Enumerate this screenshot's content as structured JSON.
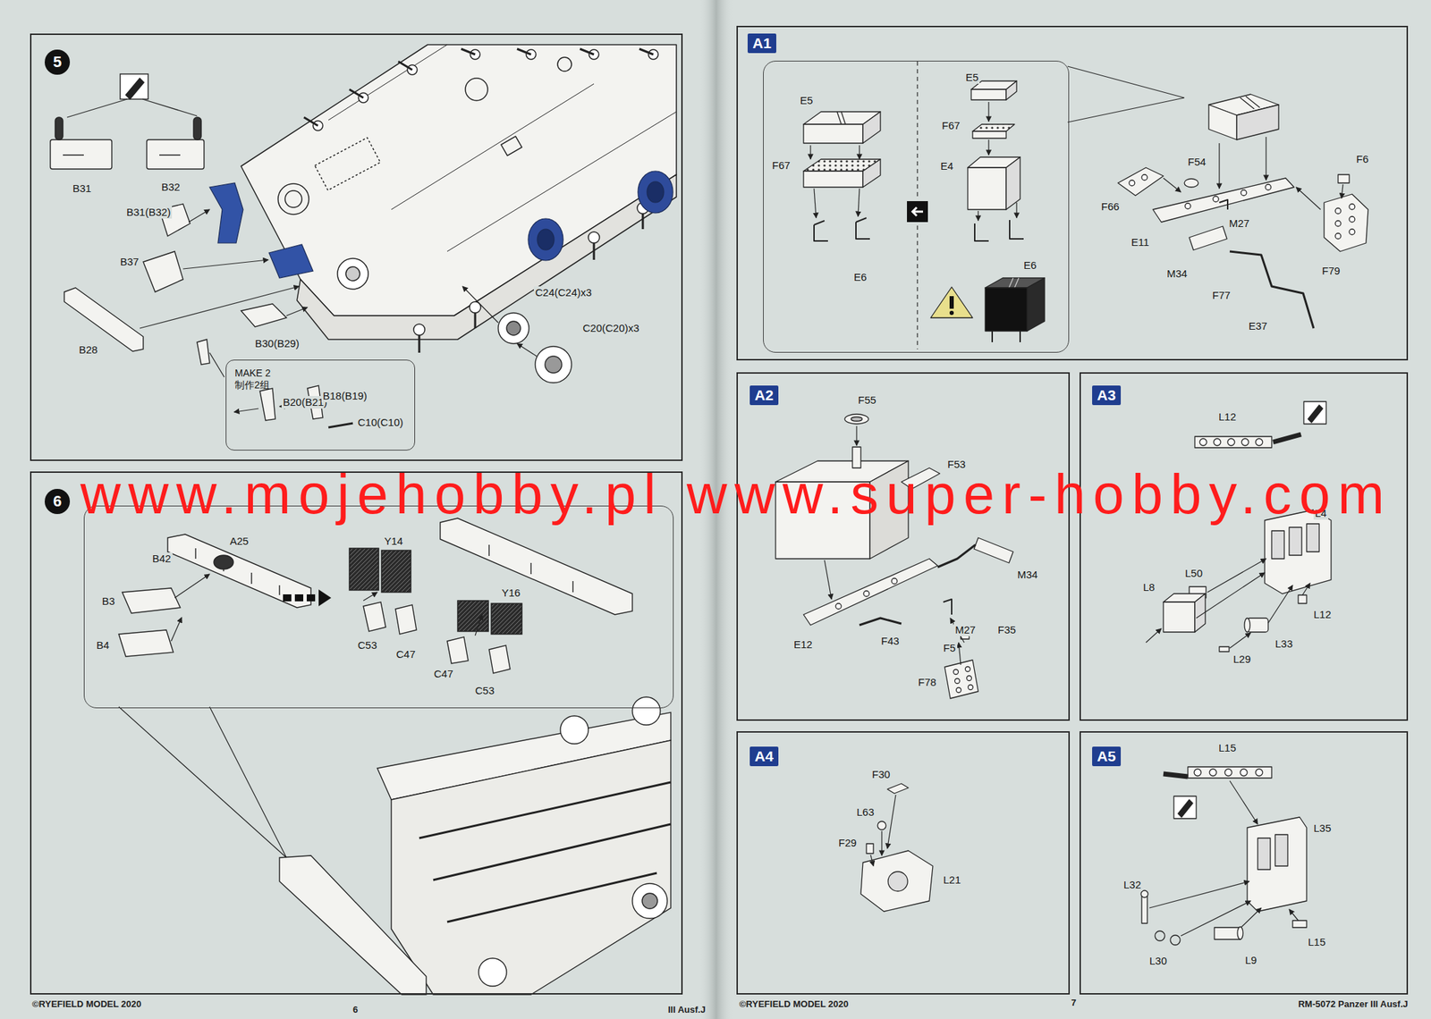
{
  "diagram": {
    "nodes": [
      {
        "text": [
          "5"
        ]
      },
      {
        "text": [
          "MAKE 2 制作2组",
          "B20(B21)",
          "B18(B19)",
          "C10(C10)"
        ],
        "in": 0
      },
      {
        "text": [
          "6"
        ]
      },
      {
        "text": [
          "B42",
          "A25",
          "B3",
          "B4",
          "Y14",
          "C53",
          "C47",
          "Y16",
          "C47",
          "C53"
        ],
        "in": 2
      },
      {
        "text": [
          "A1"
        ]
      },
      {
        "text": [
          "E5",
          "F67",
          "E6",
          "E5",
          "F67",
          "E4",
          "E6"
        ],
        "in": 4
      },
      {
        "text": [
          "A2"
        ]
      },
      {
        "text": [
          "A3"
        ]
      },
      {
        "text": [
          "A4"
        ]
      },
      {
        "text": [
          "A5"
        ]
      }
    ],
    "labels": [
      "B31",
      "B32",
      "B31(B32)",
      "B37",
      "B28",
      "B30(B29)",
      "C24(C24)x3",
      "C20(C20)x3",
      "F54",
      "F6",
      "F66",
      "E11",
      "M27",
      "M34",
      "F77",
      "F79",
      "E37",
      "F55",
      "F53",
      "M34",
      "M27",
      "F35",
      "E12",
      "F43",
      "F5",
      "F78",
      "L12",
      "L4",
      "L50",
      "L8",
      "L12",
      "L33",
      "L29",
      "F30",
      "L63",
      "F29",
      "L21",
      "L15",
      "L35",
      "L32",
      "L30",
      "L9",
      "L15",
      "www.mojehobby.pl www.super-hobby.com",
      "©RYEFIELD MODEL 2020",
      "6",
      "III Ausf.J",
      "©RYEFIELD MODEL 2020",
      "7",
      "RM-5072 Panzer III Ausf.J"
    ]
  }
}
